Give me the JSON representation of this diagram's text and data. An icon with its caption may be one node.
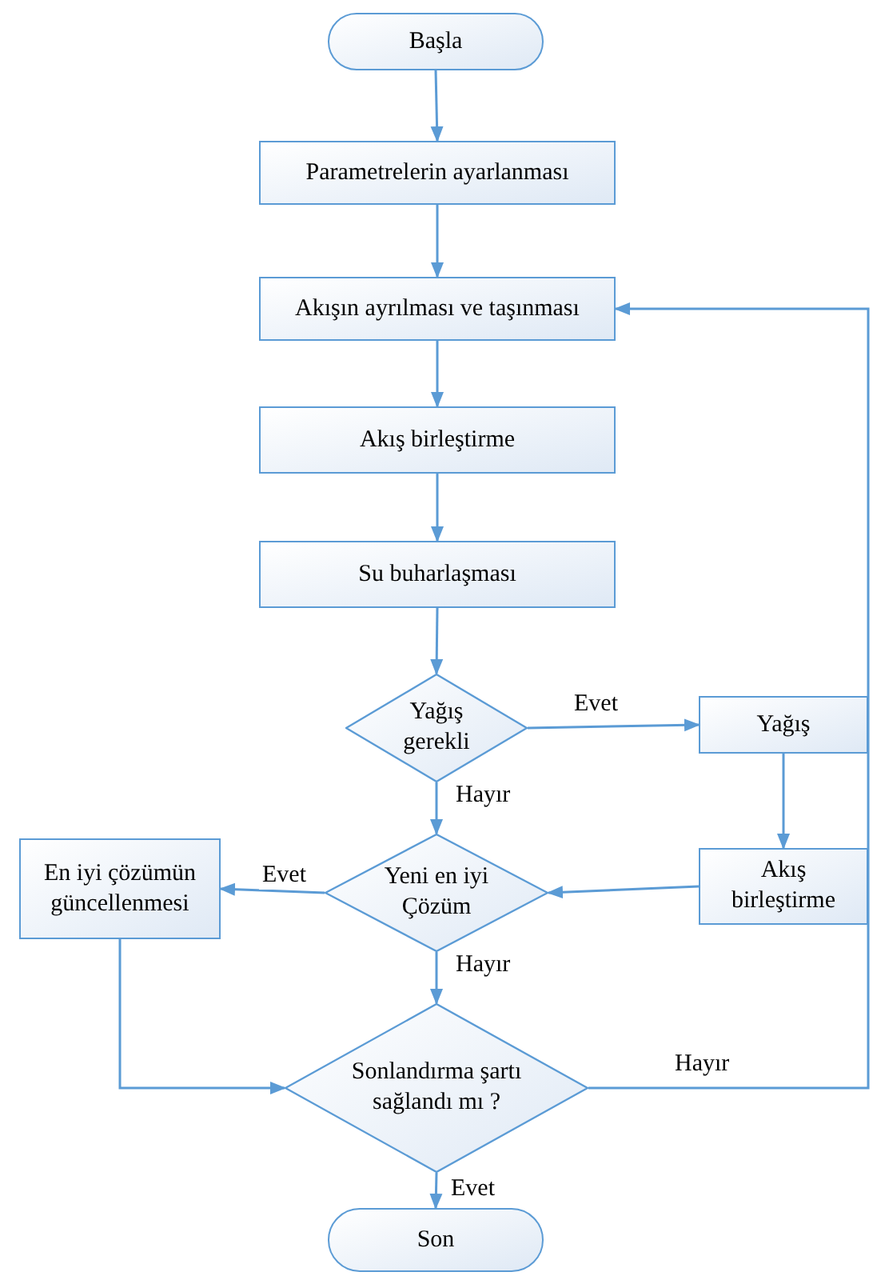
{
  "diagram": {
    "nodes": [
      {
        "text": [
          "Başla"
        ]
      },
      {
        "text": [
          "Parametrelerin ayarlanması"
        ]
      },
      {
        "text": [
          "Akışın ayrılması ve taşınması"
        ]
      },
      {
        "text": [
          "Akış birleştirme"
        ]
      },
      {
        "text": [
          "Su buharlaşması"
        ]
      },
      {
        "text": [
          "Yağış gerekli"
        ]
      },
      {
        "text": [
          "Yağış"
        ]
      },
      {
        "text": [
          "Yeni en iyi Çözüm"
        ]
      },
      {
        "text": [
          "Akış birleştirme"
        ]
      },
      {
        "text": [
          "En iyi çözümün güncellenmesi"
        ]
      },
      {
        "text": [
          "Sonlandırma şartı sağlandı mı ?"
        ]
      },
      {
        "text": [
          "Son"
        ]
      }
    ],
    "edges": [
      {
        "from": 0,
        "to": 1,
        "arrow": "to"
      },
      {
        "from": 1,
        "to": 2,
        "arrow": "to"
      },
      {
        "from": 2,
        "to": 3,
        "arrow": "to"
      },
      {
        "from": 3,
        "to": 4,
        "arrow": "to"
      },
      {
        "from": 4,
        "to": 5,
        "arrow": "to"
      },
      {
        "from": 5,
        "to": 6,
        "arrow": "to",
        "label": "Evet"
      },
      {
        "from": 5,
        "to": 7,
        "arrow": "to",
        "label": "Hayır"
      },
      {
        "from": 6,
        "to": 8,
        "arrow": "to"
      },
      {
        "from": 8,
        "to": 7,
        "arrow": "to"
      },
      {
        "from": 7,
        "to": 9,
        "arrow": "to",
        "label": "Evet"
      },
      {
        "from": 7,
        "to": 10,
        "arrow": "to",
        "label": "Hayır"
      },
      {
        "from": 9,
        "to": 10,
        "arrow": "to"
      },
      {
        "from": 10,
        "to": 2,
        "arrow": "to",
        "label": "Hayır"
      },
      {
        "from": 10,
        "to": 11,
        "arrow": "to",
        "label": "Evet"
      }
    ]
  }
}
